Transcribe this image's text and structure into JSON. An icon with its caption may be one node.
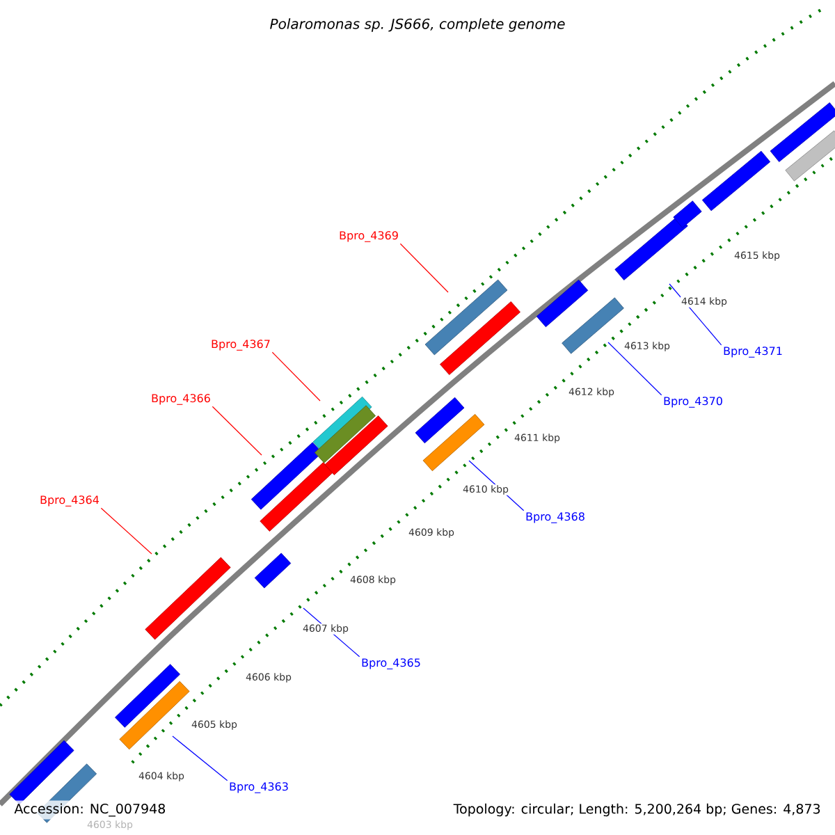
{
  "diagram": {
    "title": "Polaromonas sp. JS666, complete genome",
    "nodes": [
      {
        "text": [
          "Bpro_4369"
        ]
      },
      {
        "text": [
          "Bpro_4367"
        ]
      },
      {
        "text": [
          "Bpro_4366"
        ]
      },
      {
        "text": [
          "Bpro_4364"
        ]
      },
      {
        "text": [
          "Bpro_4371"
        ]
      },
      {
        "text": [
          "Bpro_4370"
        ]
      },
      {
        "text": [
          "Bpro_4368"
        ]
      },
      {
        "text": [
          "Bpro_4365"
        ]
      },
      {
        "text": [
          "Bpro_4363"
        ]
      }
    ],
    "edges": [
      {
        "from": 0,
        "to": null,
        "arrow": "none",
        "color": "#ff0000"
      },
      {
        "from": 1,
        "to": null,
        "arrow": "none",
        "color": "#ff0000"
      },
      {
        "from": 2,
        "to": null,
        "arrow": "none",
        "color": "#ff0000"
      },
      {
        "from": 3,
        "to": null,
        "arrow": "none",
        "color": "#ff0000"
      },
      {
        "from": 4,
        "to": null,
        "arrow": "none",
        "color": "#0000ff"
      },
      {
        "from": 5,
        "to": null,
        "arrow": "none",
        "color": "#0000ff"
      },
      {
        "from": 6,
        "to": null,
        "arrow": "none",
        "color": "#0000ff"
      },
      {
        "from": 7,
        "to": null,
        "arrow": "none",
        "color": "#0000ff"
      },
      {
        "from": 8,
        "to": null,
        "arrow": "none",
        "color": "#0000ff"
      }
    ],
    "labels": [
      "4615 kbp",
      "4614 kbp",
      "4613 kbp",
      "4612 kbp",
      "4611 kbp",
      "4610 kbp",
      "4609 kbp",
      "4608 kbp",
      "4607 kbp",
      "4606 kbp",
      "4605 kbp",
      "4604 kbp",
      "4603 kbp",
      "Accession: NC_007948",
      "Topology: circular; Length: 5,200,264 bp; Genes: 4,873"
    ]
  }
}
